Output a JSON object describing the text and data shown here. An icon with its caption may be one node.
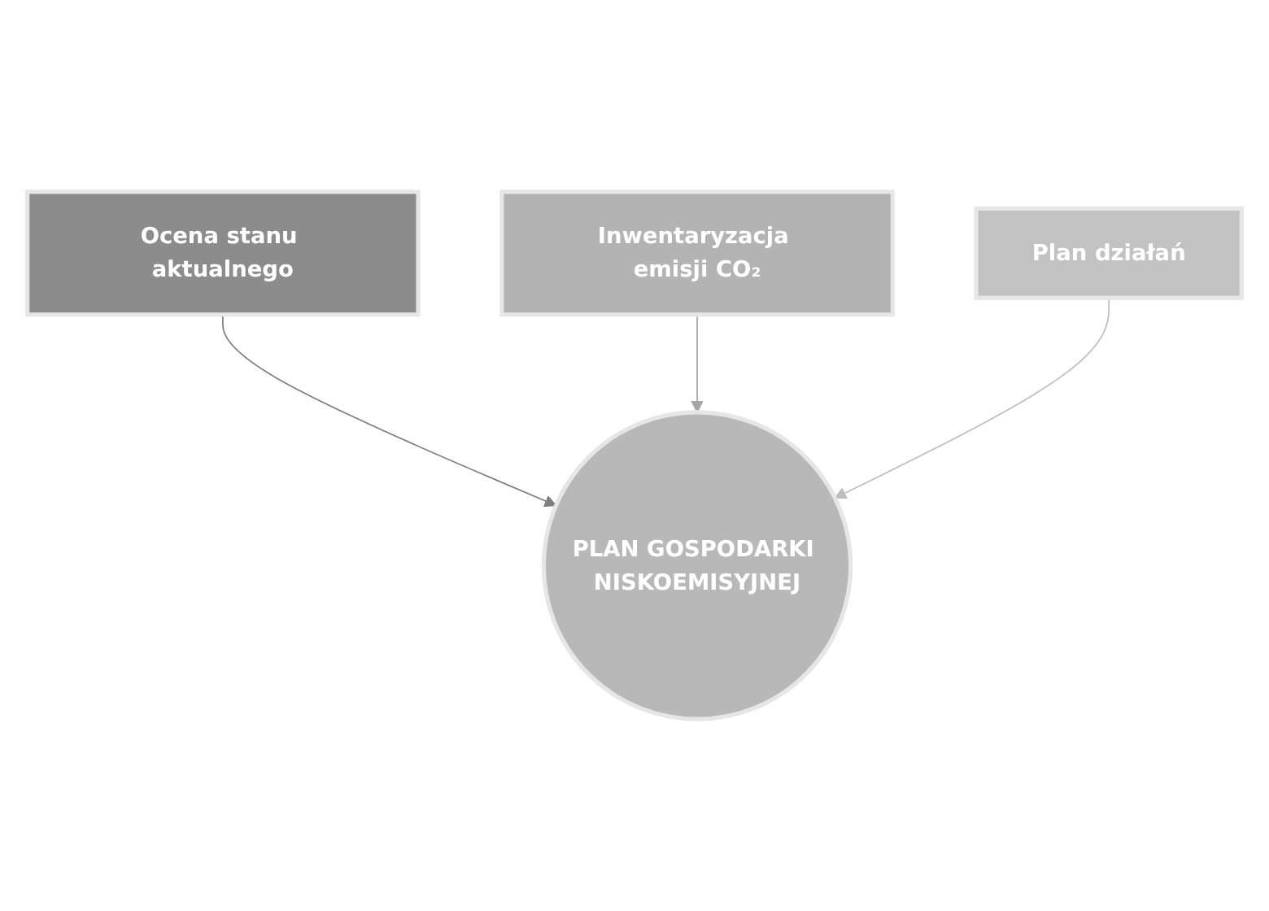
{
  "diagram": {
    "nodes": [
      {
        "text": [
          "Ocena stanu aktualnego"
        ]
      },
      {
        "text": [
          "Inwentaryzacja emisji CO₂"
        ]
      },
      {
        "text": [
          "Plan działań"
        ]
      },
      {
        "text": [
          "PLAN GOSPODARKI NISKOEMISYJNEJ"
        ]
      }
    ],
    "edges": [
      {
        "from": 0,
        "to": 3,
        "arrow": "to",
        "color": "#7f7f7f"
      },
      {
        "from": 1,
        "to": 3,
        "arrow": "to",
        "color": "#a6a6a6"
      },
      {
        "from": 2,
        "to": 3,
        "arrow": "to",
        "color": "#bdbdbd"
      }
    ]
  }
}
